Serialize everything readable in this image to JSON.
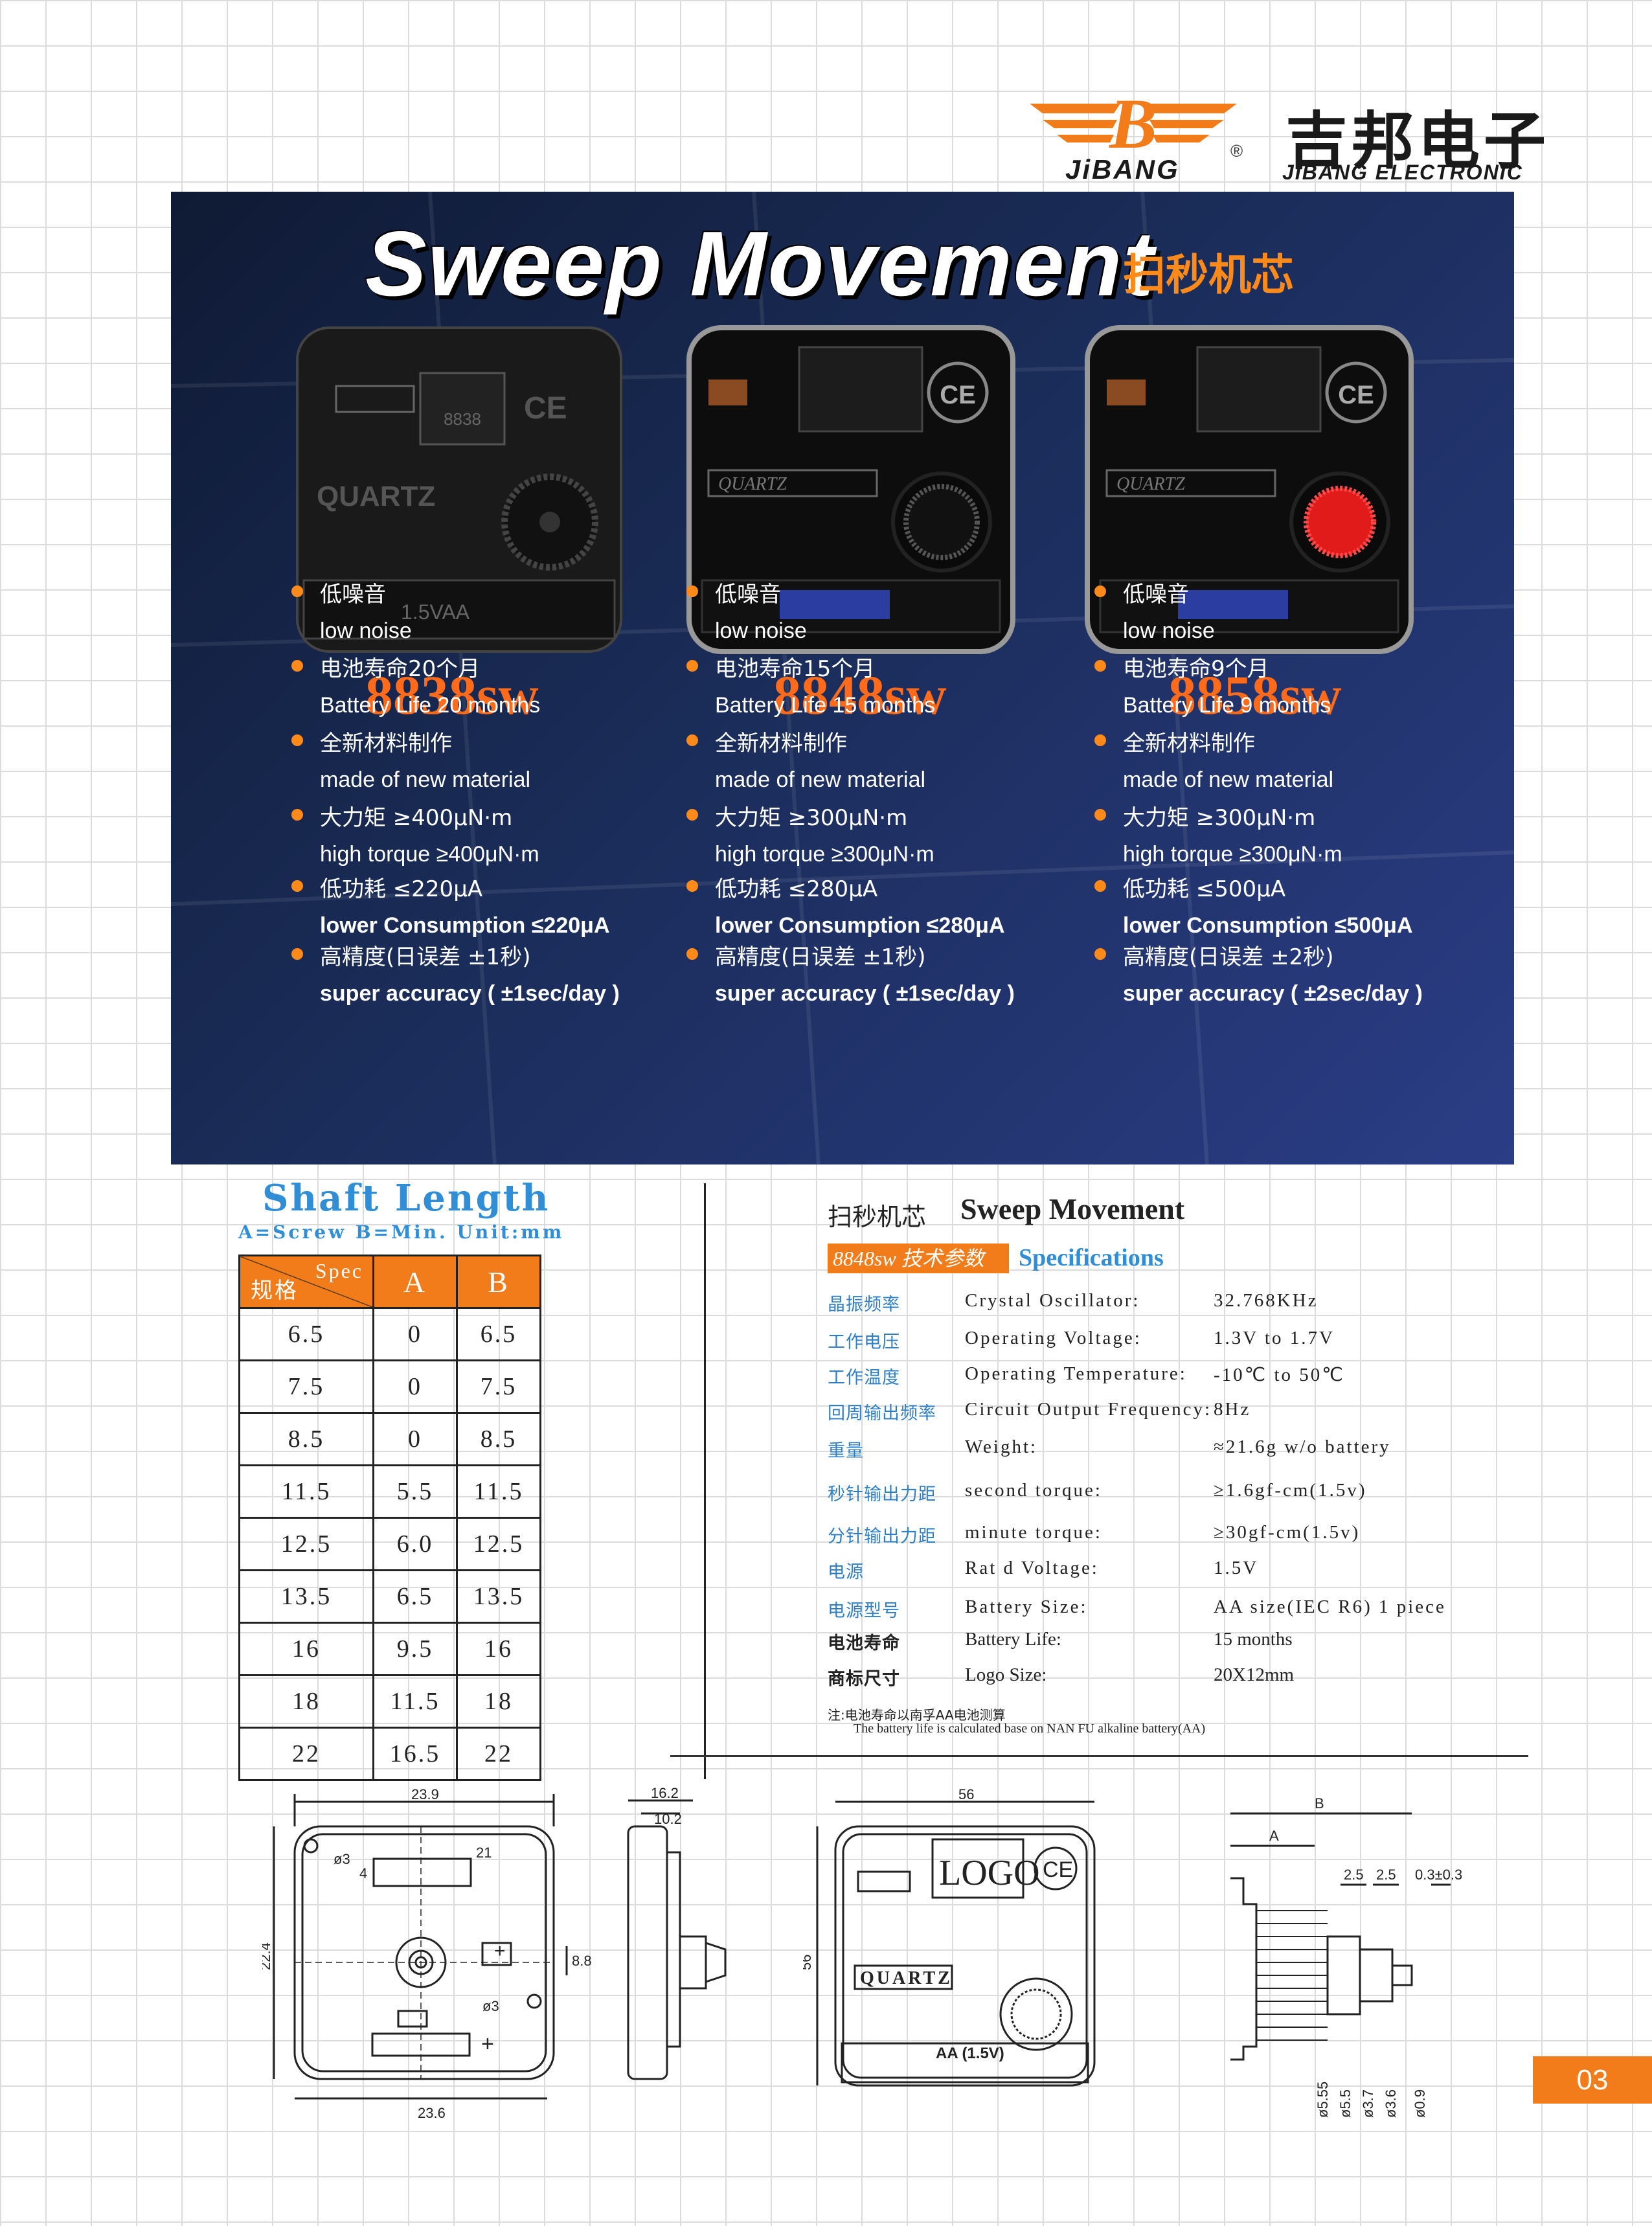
{
  "header": {
    "brand_en_logo": "JiBANG",
    "registered_mark": "®",
    "brand_cn": "吉邦电子",
    "brand_en": "JIBANG ELECTRONIC"
  },
  "banner": {
    "title": "Sweep Movement",
    "subtitle_cn": "扫秒机芯",
    "models": [
      {
        "name": "8838sw",
        "features": [
          {
            "cn": "低噪音",
            "en": "low noise"
          },
          {
            "cn": "电池寿命20个月",
            "en": "Battery Life 20 months"
          },
          {
            "cn": "全新材料制作",
            "en": "made of new material"
          },
          {
            "cn": "大力矩 ≥400μN·m",
            "en": "high torque ≥400μN·m"
          },
          {
            "cn": "低功耗 ≤220μA",
            "en": "lower Consumption ≤220μA"
          },
          {
            "cn": "高精度(日误差 ±1秒)",
            "en": "super accuracy ( ±1sec/day )"
          }
        ]
      },
      {
        "name": "8848sw",
        "features": [
          {
            "cn": "低噪音",
            "en": "low noise"
          },
          {
            "cn": "电池寿命15个月",
            "en": "Battery Life 15 months"
          },
          {
            "cn": "全新材料制作",
            "en": "made of new material"
          },
          {
            "cn": "大力矩 ≥300μN·m",
            "en": "high torque ≥300μN·m"
          },
          {
            "cn": "低功耗 ≤280μA",
            "en": "lower Consumption ≤280μA"
          },
          {
            "cn": "高精度(日误差 ±1秒)",
            "en": "super accuracy ( ±1sec/day )"
          }
        ]
      },
      {
        "name": "8858sw",
        "features": [
          {
            "cn": "低噪音",
            "en": "low noise"
          },
          {
            "cn": "电池寿命9个月",
            "en": "Battery Life 9 months"
          },
          {
            "cn": "全新材料制作",
            "en": "made of new material"
          },
          {
            "cn": "大力矩 ≥300μN·m",
            "en": "high torque ≥300μN·m"
          },
          {
            "cn": "低功耗 ≤500μA",
            "en": "lower Consumption ≤500μA"
          },
          {
            "cn": "高精度(日误差 ±2秒)",
            "en": "super accuracy ( ±2sec/day )"
          }
        ]
      }
    ],
    "photo_labels": {
      "quartz": "QUARTZ",
      "battery": "1.5VAA",
      "ce": "CE"
    }
  },
  "shaft": {
    "title": "Shaft Length",
    "subtitle": "A=Screw  B=Min.  Unit:mm",
    "head_spec": "Spec",
    "head_cn": "规格",
    "col_a": "A",
    "col_b": "B",
    "rows": [
      [
        "6.5",
        "0",
        "6.5"
      ],
      [
        "7.5",
        "0",
        "7.5"
      ],
      [
        "8.5",
        "0",
        "8.5"
      ],
      [
        "11.5",
        "5.5",
        "11.5"
      ],
      [
        "12.5",
        "6.0",
        "12.5"
      ],
      [
        "13.5",
        "6.5",
        "13.5"
      ],
      [
        "16",
        "9.5",
        "16"
      ],
      [
        "18",
        "11.5",
        "18"
      ],
      [
        "22",
        "16.5",
        "22"
      ]
    ]
  },
  "specs": {
    "title_cn": "扫秒机芯",
    "title_en": "Sweep Movement",
    "badge": "8848sw 技术参数",
    "subtitle": "Specifications",
    "rows": [
      {
        "cn": "晶振频率",
        "en": "Crystal Oscillator:",
        "val": "32.768KHz"
      },
      {
        "cn": "工作电压",
        "en": "Operating Voltage:",
        "val": "1.3V to 1.7V"
      },
      {
        "cn": "工作温度",
        "en": "Operating Temperature:",
        "val": "-10℃ to 50℃"
      },
      {
        "cn": "回周输出频率",
        "en": "Circuit Output Frequency:",
        "val": "8Hz"
      },
      {
        "cn": "重量",
        "en": "Weight:",
        "val": "≈21.6g w/o battery"
      },
      {
        "cn": "秒针输出力距",
        "en": "second torque:",
        "val": "≥1.6gf-cm(1.5v)"
      },
      {
        "cn": "分针输出力距",
        "en": "minute torque:",
        "val": "≥30gf-cm(1.5v)"
      },
      {
        "cn": "电源",
        "en": "Rat d Voltage:",
        "val": "1.5V"
      },
      {
        "cn": "电源型号",
        "en": "Battery Size:",
        "val": "AA size(IEC R6) 1 piece"
      },
      {
        "cn": "电池寿命",
        "en": "Battery Life:",
        "val": "15 months"
      },
      {
        "cn": "商标尺寸",
        "en": "Logo Size:",
        "val": "20X12mm"
      }
    ],
    "note_cn": "注:电池寿命以南孚AA电池测算",
    "note_en": "The battery life is calculated base on NAN FU alkaline battery(AA)"
  },
  "drawings": {
    "d1": {
      "w_top": "23.9",
      "w_bottom": "23.6",
      "h": "22.4",
      "d21": "21",
      "d4": "4",
      "d3a": "ø3",
      "d3b": "ø3",
      "d88": "8.8"
    },
    "d2": {
      "w1": "16.2",
      "w2": "10.2"
    },
    "d3": {
      "w": "56",
      "h": "56",
      "logo": "LOGO",
      "ce": "CE",
      "quartz": "QUARTZ",
      "battery": "AA (1.5V)"
    },
    "d4": {
      "b": "B",
      "a": "A",
      "s1": "2.5",
      "s2": "2.5",
      "s3": "0.3±0.3",
      "v1": "ø5.55",
      "v2": "ø5.5",
      "v3": "ø3.7",
      "v4": "ø3.6",
      "v5": "ø0.9"
    }
  },
  "page_number": "03",
  "colors": {
    "accent": "#f27c19",
    "blue": "#2f8ed6",
    "banner": "#1a2c58"
  }
}
